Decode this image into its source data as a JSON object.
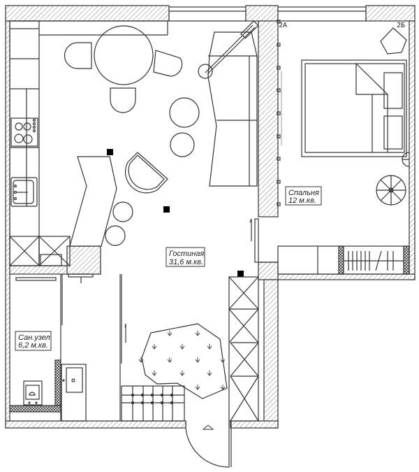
{
  "plan": {
    "type": "apartment floor plan",
    "rooms": [
      {
        "id": "living",
        "name": "Гостиная",
        "area": "31,6 м.кв."
      },
      {
        "id": "bedroom",
        "name": "Спальня",
        "area": "12 м.кв."
      },
      {
        "id": "bathroom",
        "name": "Сан.узел",
        "area": "6,2 м.кв."
      }
    ],
    "markers": {
      "a": "2А",
      "b": "2Б"
    },
    "colors": {
      "line": "#333333",
      "hatch": "#777777",
      "fill": "#ffffff"
    }
  }
}
